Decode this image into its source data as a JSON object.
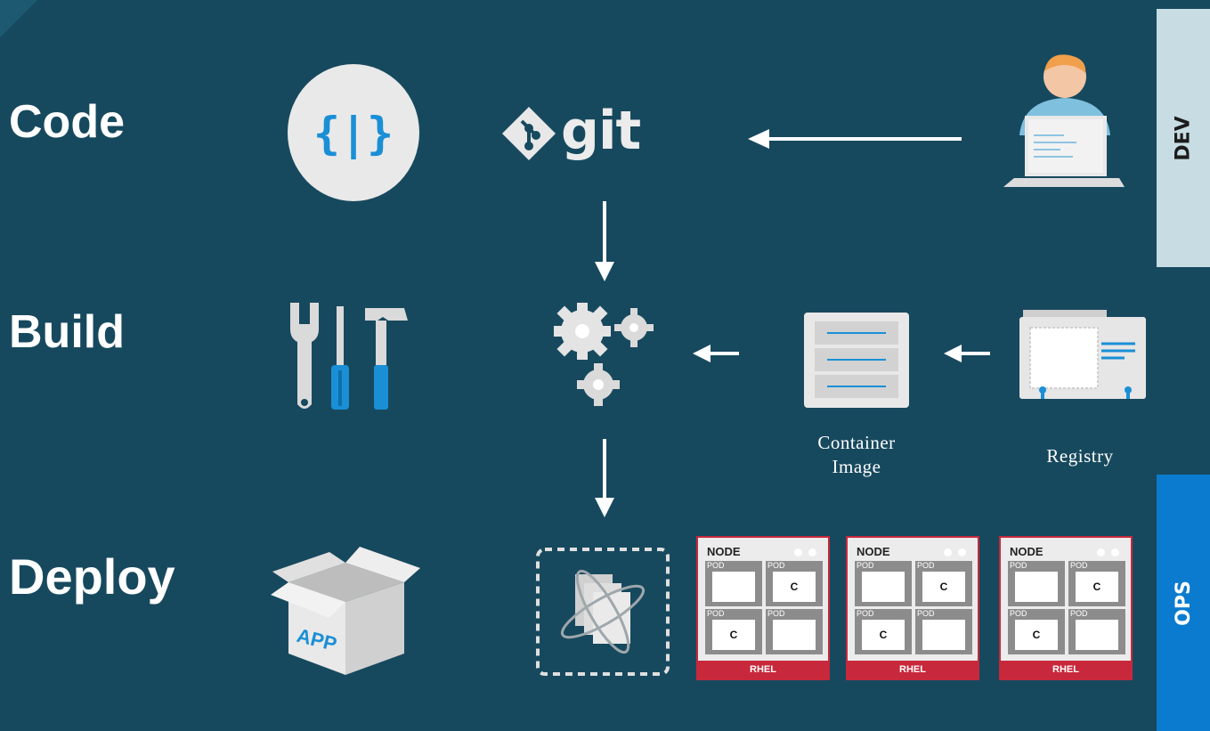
{
  "stages": {
    "code": "Code",
    "build": "Build",
    "deploy": "Deploy"
  },
  "side_tabs": {
    "dev": "DEV",
    "ops": "OPS"
  },
  "icons": {
    "code_circle": "{|}",
    "git": "git",
    "app_box": "APP"
  },
  "captions": {
    "container_image_line1": "Container",
    "container_image_line2": "Image",
    "registry": "Registry"
  },
  "nodes": [
    {
      "title": "NODE",
      "footer": "RHEL",
      "pods": [
        {
          "label": "POD",
          "content": ""
        },
        {
          "label": "POD",
          "content": "C"
        },
        {
          "label": "POD",
          "content": "C"
        },
        {
          "label": "POD",
          "content": ""
        }
      ]
    },
    {
      "title": "NODE",
      "footer": "RHEL",
      "pods": [
        {
          "label": "POD",
          "content": ""
        },
        {
          "label": "POD",
          "content": "C"
        },
        {
          "label": "POD",
          "content": "C"
        },
        {
          "label": "POD",
          "content": ""
        }
      ]
    },
    {
      "title": "NODE",
      "footer": "RHEL",
      "pods": [
        {
          "label": "POD",
          "content": ""
        },
        {
          "label": "POD",
          "content": "C"
        },
        {
          "label": "POD",
          "content": "C"
        },
        {
          "label": "POD",
          "content": ""
        }
      ]
    }
  ],
  "colors": {
    "background": "#17495e",
    "dev_tab": "#c7dde3",
    "ops_tab": "#0a7bcf",
    "rhel_red": "#c8283b",
    "tool_blue": "#1a8fd6"
  }
}
